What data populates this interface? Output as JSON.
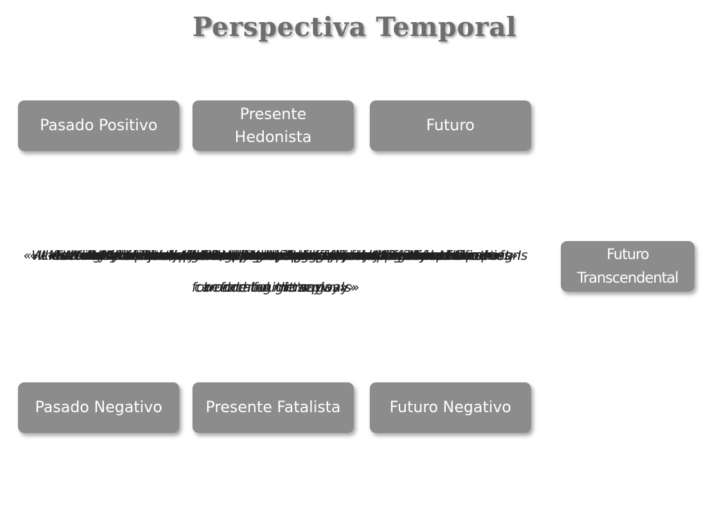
{
  "title": "Perspectiva Temporal",
  "boxes": {
    "pasado_positivo": "Pasado Positivo",
    "presente_hedonista": "Presente Hedonista",
    "futuro": "Futuro",
    "futuro_transcendental": "Futuro Transcendental",
    "pasado_negativo": "Pasado Negativo",
    "presente_fatalista": "Presente Fatalista",
    "futuro_negativo": "Futuro Negativo"
  },
  "quotes": [
    "«Familiar childhood sights, sounds, smells often bring back a flood of wonderful memories»",
    "«I do things impulsively»",
    "«When I want to achieve something, I set goals and consider specific means for reaching those goals»",
    "«My body is just a temporary home for who I really am»",
    "«I think about the bad things that have happened to me in the past»",
    "«It takes too much time to plan and prepare for things in advance»",
    "«What will be, will be, so it doesn't really matter what I do»",
    "«I am sure that I will have a good job in the future»",
    "«When I listen to my favorite music, I often lose all track of time»",
    "«Life today is too complicated; I would prefer the simpler life of the past»",
    "«My life path is controlled by forces I cannot influence»",
    "«The future is too uncertain to make plans»",
    "«Meeting tomorrow's deadlines and doing other necessary work comes before tonight's play»",
    "«Painful past experiences keep being replayed in my mind»",
    "«I believe in a life after death»",
    "«I take risks to put excitement in my life»",
    "«It does not make sense to worry about the future, since there is nothing I can do about it anyway»",
    "«Morning»"
  ]
}
